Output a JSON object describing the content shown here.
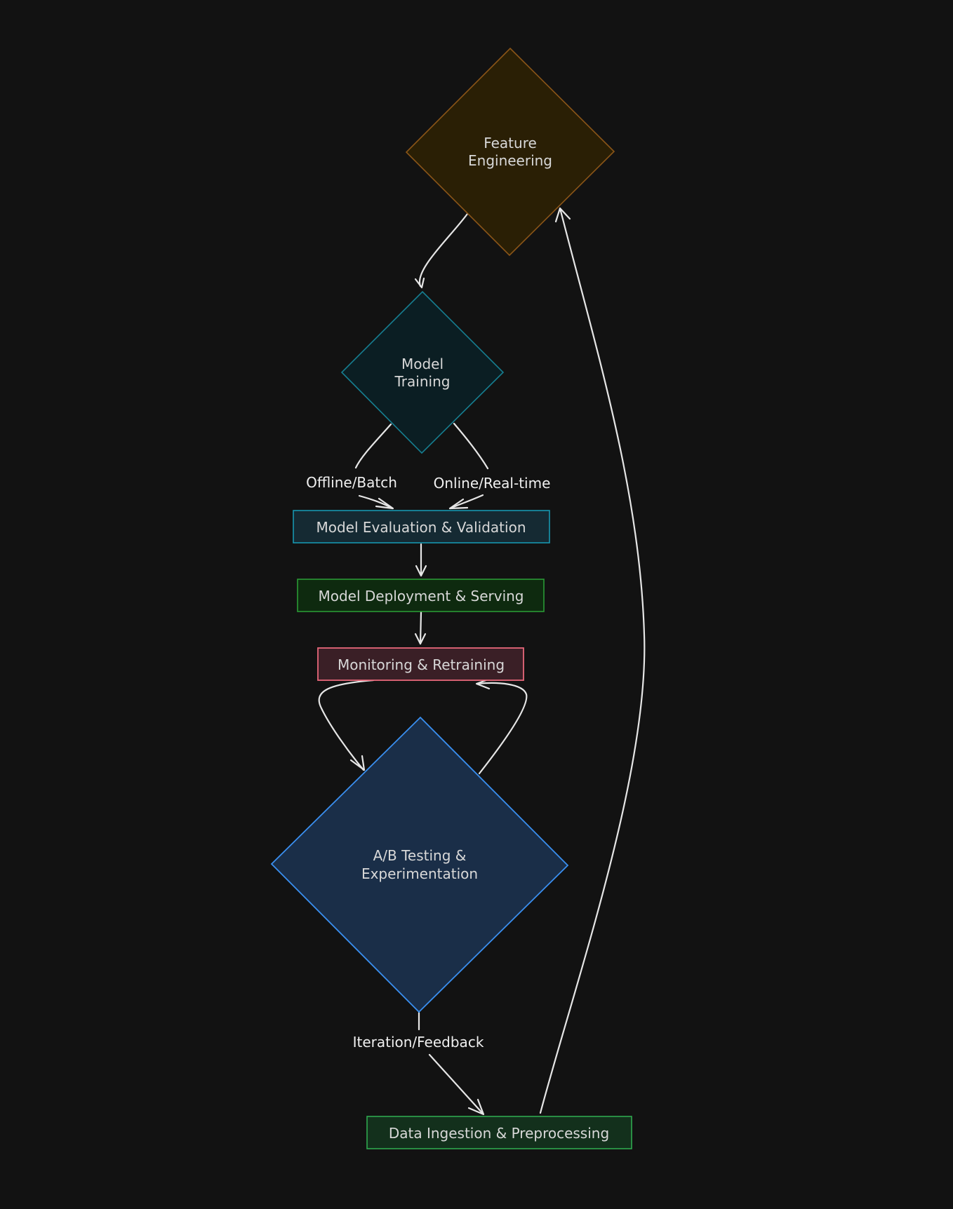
{
  "diagram": {
    "type": "flowchart",
    "nodes": {
      "feature_engineering": {
        "shape": "diamond",
        "label_lines": [
          "Feature",
          "Engineering"
        ],
        "fill": "#2a1f05",
        "stroke": "#8a5518"
      },
      "model_training": {
        "shape": "diamond",
        "label_lines": [
          "Model",
          "Training"
        ],
        "fill": "#0b1e23",
        "stroke": "#167e90"
      },
      "model_evaluation": {
        "shape": "rectangle",
        "label": "Model Evaluation & Validation",
        "fill": "#152a33",
        "stroke": "#1797b0"
      },
      "model_deployment": {
        "shape": "rectangle",
        "label": "Model Deployment & Serving",
        "fill": "#0e2a0f",
        "stroke": "#2a9a35"
      },
      "monitoring": {
        "shape": "rectangle",
        "label": "Monitoring & Retraining",
        "fill": "#3a1f26",
        "stroke": "#e8687a"
      },
      "ab_testing": {
        "shape": "diamond",
        "label_lines": [
          "A/B Testing &",
          "Experimentation"
        ],
        "fill": "#1a2e48",
        "stroke": "#3a8ff0"
      },
      "data_ingestion": {
        "shape": "rectangle",
        "label": "Data Ingestion & Preprocessing",
        "fill": "#13301c",
        "stroke": "#2fa84f"
      }
    },
    "edges": [
      {
        "from": "feature_engineering",
        "to": "model_training",
        "label": ""
      },
      {
        "from": "model_training",
        "to": "model_evaluation",
        "label": "Offline/Batch"
      },
      {
        "from": "model_training",
        "to": "model_evaluation",
        "label": "Online/Real-time"
      },
      {
        "from": "model_evaluation",
        "to": "model_deployment",
        "label": ""
      },
      {
        "from": "model_deployment",
        "to": "monitoring",
        "label": ""
      },
      {
        "from": "monitoring",
        "to": "ab_testing",
        "label": ""
      },
      {
        "from": "ab_testing",
        "to": "monitoring",
        "label": ""
      },
      {
        "from": "ab_testing",
        "to": "data_ingestion",
        "label": "Iteration/Feedback"
      },
      {
        "from": "data_ingestion",
        "to": "feature_engineering",
        "label": ""
      }
    ],
    "edge_color": "#e6e6e6",
    "background": "#121212"
  }
}
